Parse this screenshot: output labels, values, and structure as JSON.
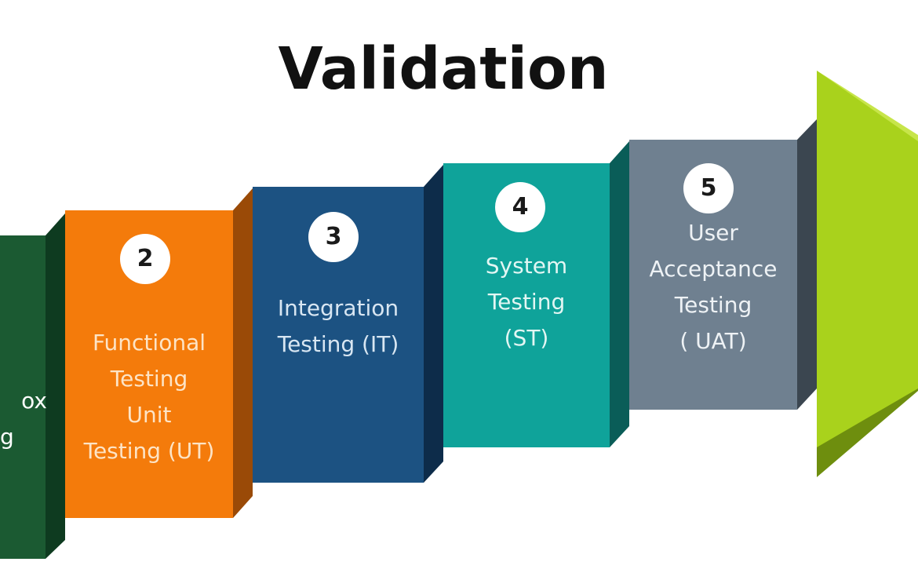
{
  "title": "Validation",
  "colors": {
    "step1": "#1b5a32",
    "step2": "#f47b0b",
    "step3": "#1c5282",
    "step4": "#0fa39a",
    "step5": "#6f8090",
    "arrow": "#a9d21c",
    "text_light": "#ffffff",
    "text_pale": "#d8e6f2"
  },
  "steps": [
    {
      "number": "",
      "lines": [
        "ox",
        "g"
      ]
    },
    {
      "number": "2",
      "lines": [
        "Functional",
        "Testing",
        "Unit",
        "Testing (UT)"
      ]
    },
    {
      "number": "3",
      "lines": [
        "Integration",
        "Testing (IT)"
      ]
    },
    {
      "number": "4",
      "lines": [
        "System",
        "Testing",
        "(ST)"
      ]
    },
    {
      "number": "5",
      "lines": [
        "User",
        "Acceptance",
        "Testing",
        "( UAT)"
      ]
    }
  ]
}
